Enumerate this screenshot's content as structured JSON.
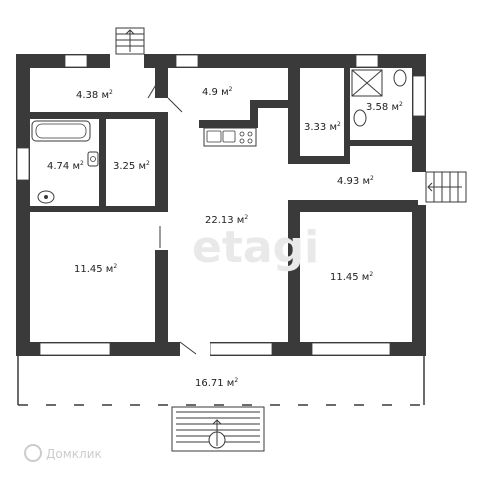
{
  "rooms": [
    {
      "id": "hall",
      "area": "4.38 м"
    },
    {
      "id": "corridor",
      "area": "4.9 м"
    },
    {
      "id": "storage-right",
      "area": "3.33 м"
    },
    {
      "id": "bathroom-right",
      "area": "3.58 м"
    },
    {
      "id": "bathroom-left",
      "area": "4.74 м"
    },
    {
      "id": "storage-left",
      "area": "3.25 м"
    },
    {
      "id": "living-kitchen",
      "area": "22.13 м"
    },
    {
      "id": "vestibule",
      "area": "4.93 м"
    },
    {
      "id": "bedroom-left",
      "area": "11.45 м"
    },
    {
      "id": "bedroom-right",
      "area": "11.45 м"
    },
    {
      "id": "terrace",
      "area": "16.71 м"
    }
  ],
  "unit_exponent": "2",
  "watermark": "etagi",
  "brand": "Домклик"
}
